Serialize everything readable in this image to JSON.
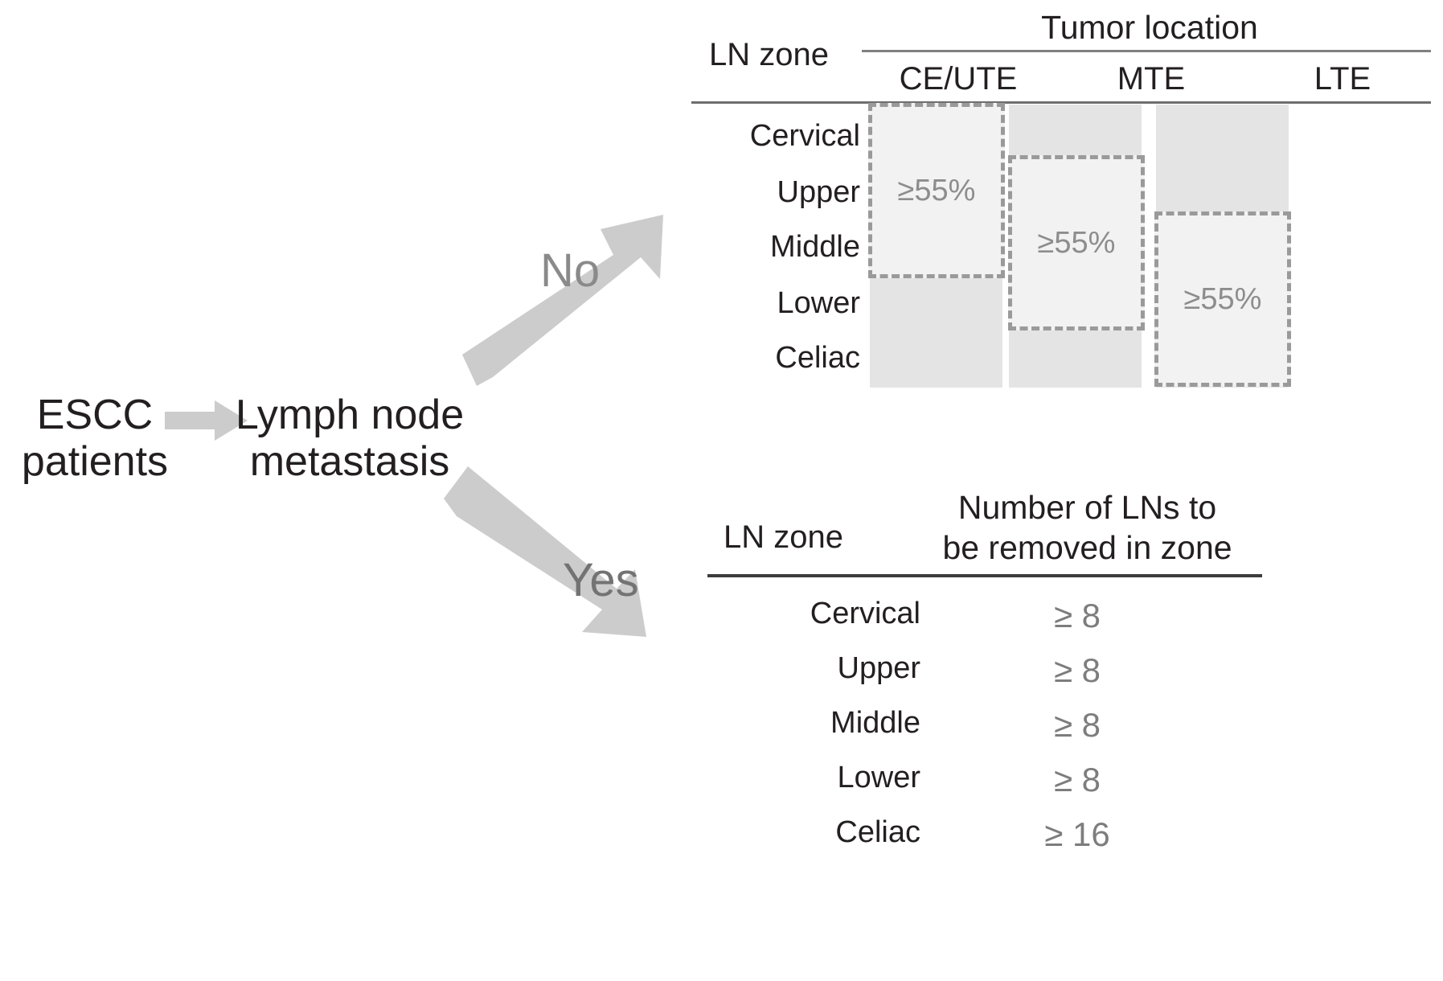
{
  "flow": {
    "start_label": "ESCC\npatients",
    "decision_label": "Lymph node\nmetastasis",
    "branch_no": "No",
    "branch_yes": "Yes",
    "arrow_color": "#cccccc"
  },
  "table_top": {
    "row_header_label": "LN zone",
    "group_header": "Tumor location",
    "columns": [
      "CE/UTE",
      "MTE",
      "LTE"
    ],
    "rows": [
      "Cervical",
      "Upper",
      "Middle",
      "Lower",
      "Celiac"
    ],
    "cells": [
      {
        "column": "CE/UTE",
        "value": "≥55%",
        "covers": [
          "Cervical",
          "Upper",
          "Middle"
        ]
      },
      {
        "column": "MTE",
        "value": "≥55%",
        "covers": [
          "Upper",
          "Middle",
          "Lower"
        ]
      },
      {
        "column": "LTE",
        "value": "≥55%",
        "covers": [
          "Middle",
          "Lower",
          "Celiac"
        ]
      }
    ],
    "column_fill": "#e4e4e4",
    "highlight_fill": "#f2f2f2",
    "highlight_border": "#9a9a9a",
    "rule_color": "#6e6e6e"
  },
  "table_bottom": {
    "row_header_label": "LN zone",
    "value_header": "Number of LNs to\nbe removed in zone",
    "rows": [
      {
        "zone": "Cervical",
        "value": "≥ 8"
      },
      {
        "zone": "Upper",
        "value": "≥ 8"
      },
      {
        "zone": "Middle",
        "value": "≥ 8"
      },
      {
        "zone": "Lower",
        "value": "≥ 8"
      },
      {
        "zone": "Celiac",
        "value": "≥ 16"
      }
    ],
    "rule_color": "#3c3c3c",
    "value_color": "#7d7d7d"
  }
}
